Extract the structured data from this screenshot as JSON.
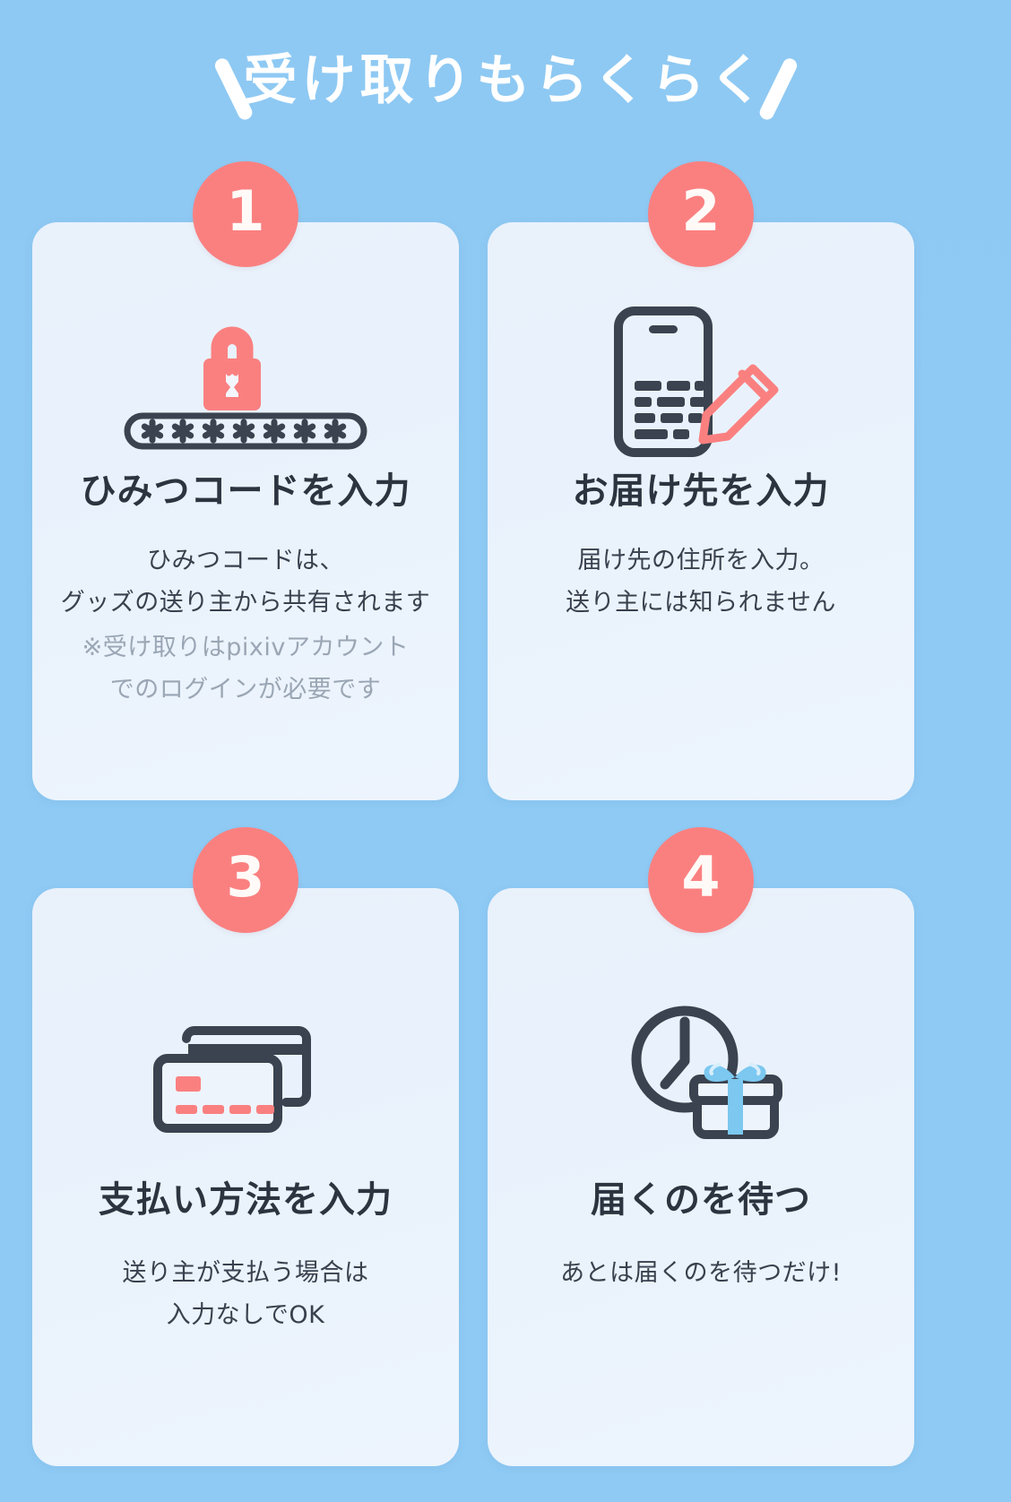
{
  "header": {
    "title": "受け取りもらくらく",
    "left_slash": "slash-left",
    "right_slash": "slash-right"
  },
  "colors": {
    "background": "#8ecaf4",
    "card": "#e9f1fb",
    "badge": "#fa8080",
    "accent_coral": "#fa8080",
    "dark": "#3a434f",
    "note_gray": "#9aa6b4",
    "ribbon_blue": "#7cc8f0"
  },
  "steps": [
    {
      "number": "1",
      "icon": "lock-password-icon",
      "title": "ひみつコードを入力",
      "body_lines": [
        "ひみつコードは、",
        "グッズの送り主から共有されます"
      ],
      "note_lines": [
        "※受け取りはpixivアカウント",
        "でのログインが必要です"
      ],
      "password_mask": "✳ ✳ ✳ ✳ ✳ ✳ ✳"
    },
    {
      "number": "2",
      "icon": "smartphone-pencil-icon",
      "title": "お届け先を入力",
      "body_lines": [
        "届け先の住所を入力。",
        "送り主には知られません"
      ],
      "note_lines": []
    },
    {
      "number": "3",
      "icon": "credit-cards-icon",
      "title": "支払い方法を入力",
      "body_lines": [
        "送り主が支払う場合は",
        "入力なしでOK"
      ],
      "note_lines": []
    },
    {
      "number": "4",
      "icon": "clock-gift-icon",
      "title": "届くのを待つ",
      "body_lines": [
        "あとは届くのを待つだけ!"
      ],
      "note_lines": []
    }
  ]
}
